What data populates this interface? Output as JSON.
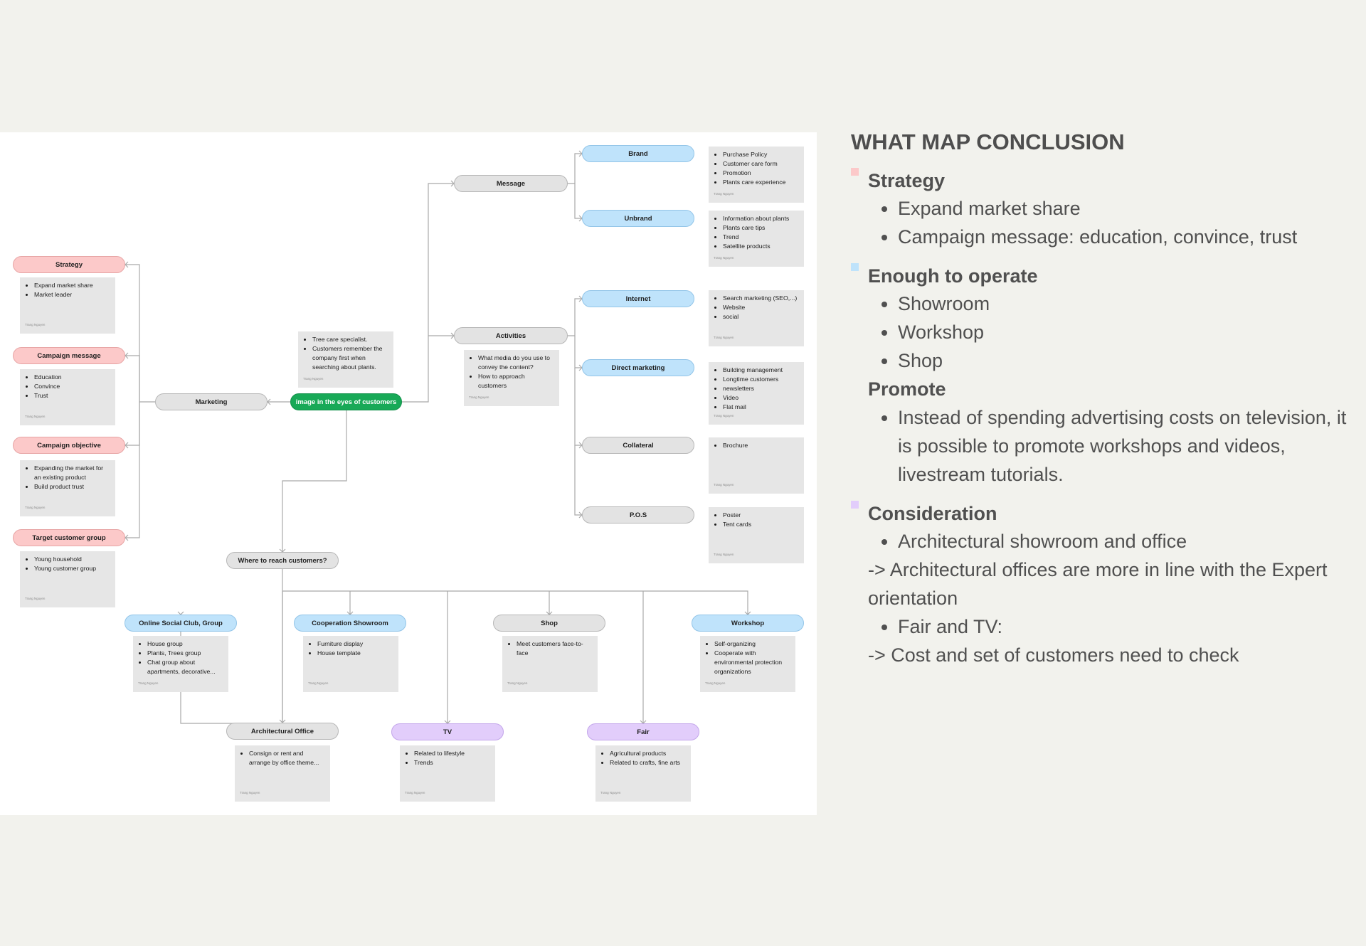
{
  "board": {
    "center": "image in the eyes of customers",
    "center_note": [
      "Tree care specialist.",
      "Customers remember the company first when searching about plants."
    ],
    "marketing": "Marketing",
    "strategy": {
      "title": "Strategy",
      "items": [
        "Expand market share",
        "Market leader"
      ]
    },
    "campaign_message": {
      "title": "Campaign message",
      "items": [
        "Education",
        "Convince",
        "Trust"
      ]
    },
    "campaign_objective": {
      "title": "Campaign objective",
      "items": [
        "Expanding the market for an existing product",
        "Build product trust"
      ]
    },
    "target_group": {
      "title": "Target customer group",
      "items": [
        "Young household",
        "Young customer group"
      ]
    },
    "message": "Message",
    "brand": {
      "title": "Brand",
      "items": [
        "Purchase Policy",
        "Customer care form",
        "Promotion",
        "Plants care experience"
      ]
    },
    "unbrand": {
      "title": "Unbrand",
      "items": [
        "Information about plants",
        "Plants care tips",
        "Trend",
        "Satellite products"
      ]
    },
    "activities": {
      "title": "Activities",
      "items": [
        "What media do you use to convey the content?",
        "How to approach customers"
      ]
    },
    "internet": {
      "title": "Internet",
      "items": [
        "Search marketing (SEO,...)",
        "Website",
        "social"
      ]
    },
    "direct_marketing": {
      "title": "Direct marketing",
      "items": [
        "Building management",
        "Longtime customers",
        "newsletters",
        "Video",
        "Flat mail"
      ]
    },
    "collateral": {
      "title": "Collateral",
      "items": [
        "Brochure"
      ]
    },
    "pos": {
      "title": "P.O.S",
      "items": [
        "Poster",
        "Tent cards"
      ]
    },
    "where": "Where to reach customers?",
    "online": {
      "title": "Online Social Club, Group",
      "items": [
        "House group",
        "Plants, Trees group",
        "Chat group about apartments, decorative..."
      ]
    },
    "coop": {
      "title": "Cooperation Showroom",
      "items": [
        "Furniture display",
        "House template"
      ]
    },
    "shop": {
      "title": "Shop",
      "items": [
        "Meet customers face-to-face"
      ]
    },
    "workshop": {
      "title": "Workshop",
      "items": [
        "Self-organizing",
        "Cooperate with environmental protection organizations"
      ]
    },
    "arch": {
      "title": "Architectural Office",
      "items": [
        "Consign or rent and arrange by office theme..."
      ]
    },
    "tv": {
      "title": "TV",
      "items": [
        "Related to lifestyle",
        "Trends"
      ]
    },
    "fair": {
      "title": "Fair",
      "items": [
        "Agricultural products",
        "Related to crafts, fine arts"
      ]
    },
    "author": "Trang Nguyen"
  },
  "conclusion": {
    "title": "WHAT MAP CONCLUSION",
    "strategy_head": "Strategy",
    "strategy_items": [
      "Expand market share",
      "Campaign message: education, convince, trust"
    ],
    "operate_head": "Enough to operate",
    "operate_items": [
      "Showroom",
      "Workshop",
      "Shop"
    ],
    "promote_head": "Promote",
    "promote_items": [
      "Instead of spending advertising costs on television, it is possible to promote workshops and videos, livestream tutorials."
    ],
    "consider_head": "Consideration",
    "consider_item_1": "Architectural showroom and office",
    "consider_line_1": "-> Architectural offices are more in line with the Expert orientation",
    "consider_item_2": "Fair and TV:",
    "consider_line_2": "-> Cost and set of customers need to check"
  },
  "colors": {
    "strategy_square": "#fcc9c9",
    "operate_square": "#bfe3fb",
    "consider_square": "#e2cdfb",
    "center_green": "#18a957"
  }
}
